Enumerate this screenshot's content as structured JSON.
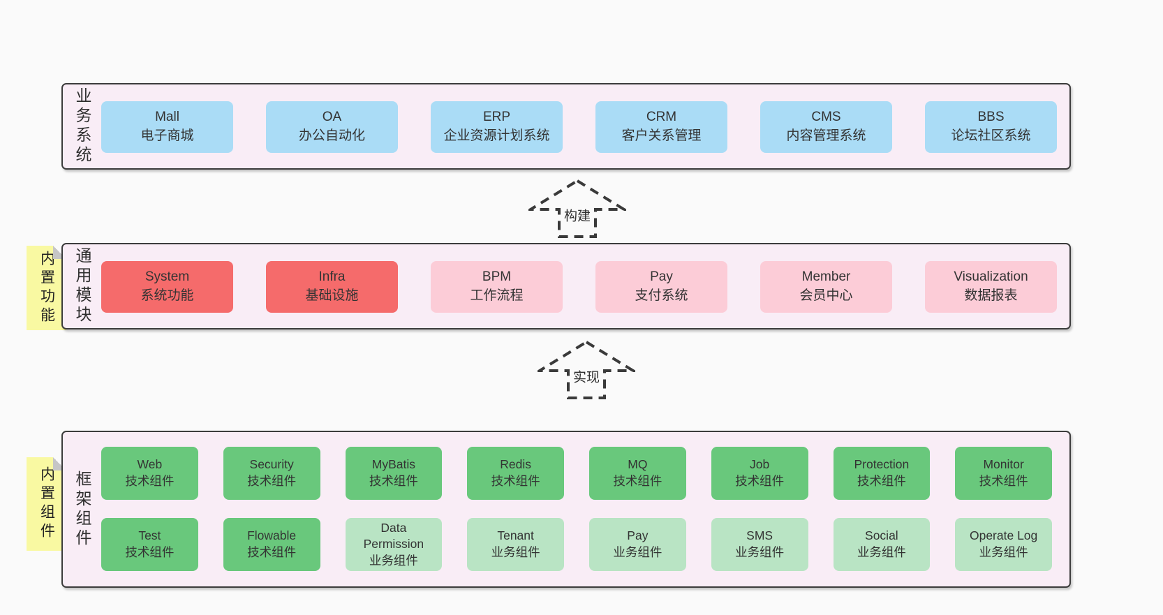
{
  "colors": {
    "page_bg": "#fafafa",
    "band_bg": "#f9edf6",
    "band_border": "#3c3c3c",
    "blue_box": "#aadcf6",
    "red_box": "#f56b6b",
    "pink_box": "#fcccd7",
    "green_box": "#69c87c",
    "light_green_box": "#b9e4c4",
    "sticky_yellow": "#f9f9a2",
    "sticky_fold": "#c6c6c6",
    "text": "#333333"
  },
  "bands": [
    {
      "label": "业务系统",
      "boxes": [
        {
          "title": "Mall",
          "subtitle": "电子商城",
          "type": "blue"
        },
        {
          "title": "OA",
          "subtitle": "办公自动化",
          "type": "blue"
        },
        {
          "title": "ERP",
          "subtitle": "企业资源计划系统",
          "type": "blue"
        },
        {
          "title": "CRM",
          "subtitle": "客户关系管理",
          "type": "blue"
        },
        {
          "title": "CMS",
          "subtitle": "内容管理系统",
          "type": "blue"
        },
        {
          "title": "BBS",
          "subtitle": "论坛社区系统",
          "type": "blue"
        }
      ]
    },
    {
      "label": "通用模块",
      "sticky": "内置功能",
      "boxes": [
        {
          "title": "System",
          "subtitle": "系统功能",
          "type": "red"
        },
        {
          "title": "Infra",
          "subtitle": "基础设施",
          "type": "red"
        },
        {
          "title": "BPM",
          "subtitle": "工作流程",
          "type": "pink"
        },
        {
          "title": "Pay",
          "subtitle": "支付系统",
          "type": "pink"
        },
        {
          "title": "Member",
          "subtitle": "会员中心",
          "type": "pink"
        },
        {
          "title": "Visualization",
          "subtitle": "数据报表",
          "type": "pink"
        }
      ]
    },
    {
      "label": "框架组件",
      "sticky": "内置组件",
      "boxes": [
        {
          "title": "Web",
          "subtitle": "技术组件",
          "type": "green"
        },
        {
          "title": "Security",
          "subtitle": "技术组件",
          "type": "green"
        },
        {
          "title": "MyBatis",
          "subtitle": "技术组件",
          "type": "green"
        },
        {
          "title": "Redis",
          "subtitle": "技术组件",
          "type": "green"
        },
        {
          "title": "MQ",
          "subtitle": "技术组件",
          "type": "green"
        },
        {
          "title": "Job",
          "subtitle": "技术组件",
          "type": "green"
        },
        {
          "title": "Protection",
          "subtitle": "技术组件",
          "type": "green"
        },
        {
          "title": "Monitor",
          "subtitle": "技术组件",
          "type": "green"
        },
        {
          "title": "Test",
          "subtitle": "技术组件",
          "type": "green"
        },
        {
          "title": "Flowable",
          "subtitle": "技术组件",
          "type": "green"
        },
        {
          "title": "Data Permission",
          "subtitle": "业务组件",
          "type": "lightgreen"
        },
        {
          "title": "Tenant",
          "subtitle": "业务组件",
          "type": "lightgreen"
        },
        {
          "title": "Pay",
          "subtitle": "业务组件",
          "type": "lightgreen"
        },
        {
          "title": "SMS",
          "subtitle": "业务组件",
          "type": "lightgreen"
        },
        {
          "title": "Social",
          "subtitle": "业务组件",
          "type": "lightgreen"
        },
        {
          "title": "Operate Log",
          "subtitle": "业务组件",
          "type": "lightgreen"
        }
      ]
    }
  ],
  "arrows": [
    {
      "label": "构建"
    },
    {
      "label": "实现"
    }
  ]
}
